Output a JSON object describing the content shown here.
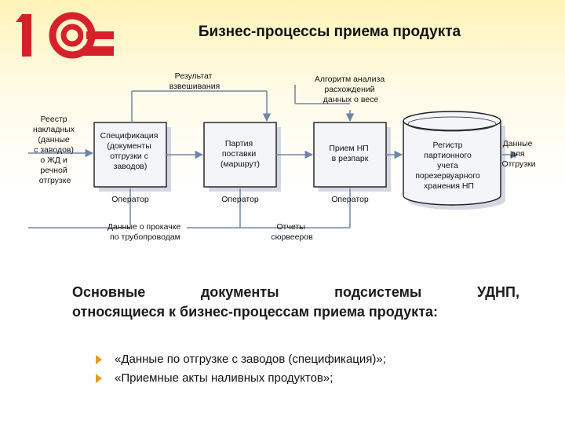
{
  "header": {
    "title": "Бизнес-процессы приема продукта"
  },
  "logo": {
    "text": "1С",
    "color": "#d6202a"
  },
  "diagram": {
    "inputs": {
      "registry": [
        "Реестр",
        "накладных",
        "(данные",
        "с заводов)",
        "о ЖД и",
        "речной",
        "отгрузке"
      ],
      "pumping": [
        "Данные о прокачке",
        "по трубопроводам"
      ],
      "survey": [
        "Отчеты",
        "сюрвееров"
      ]
    },
    "controls": {
      "weighing": [
        "Результат",
        "взвешивания"
      ],
      "algorithm": [
        "Алгоритм анализа",
        "расхождений",
        "данных о весе"
      ]
    },
    "boxes": {
      "spec": [
        "Спецификация",
        "(документы",
        "отгрузки с",
        "заводов)"
      ],
      "batch": [
        "Партия",
        "поставки",
        "(маршрут)"
      ],
      "receive": [
        "Прием НП",
        "в резпарк"
      ]
    },
    "database": [
      "Регистр",
      "партионного",
      "учета",
      "порезервуарного",
      "хранения НП"
    ],
    "output": [
      "Данные",
      "для",
      "Отгрузки"
    ],
    "mechanisms": {
      "op1": "Оператор",
      "op2": "Оператор",
      "op3": "Оператор"
    }
  },
  "body": {
    "line1": [
      "Основные",
      "документы",
      "подсистемы",
      "УДНП,"
    ],
    "line2": "относящиеся к бизнес-процессам приема продукта:"
  },
  "bullets": [
    "«Данные по отгрузке с заводов (спецификация)»;",
    "«Приемные акты наливных продуктов»;"
  ]
}
